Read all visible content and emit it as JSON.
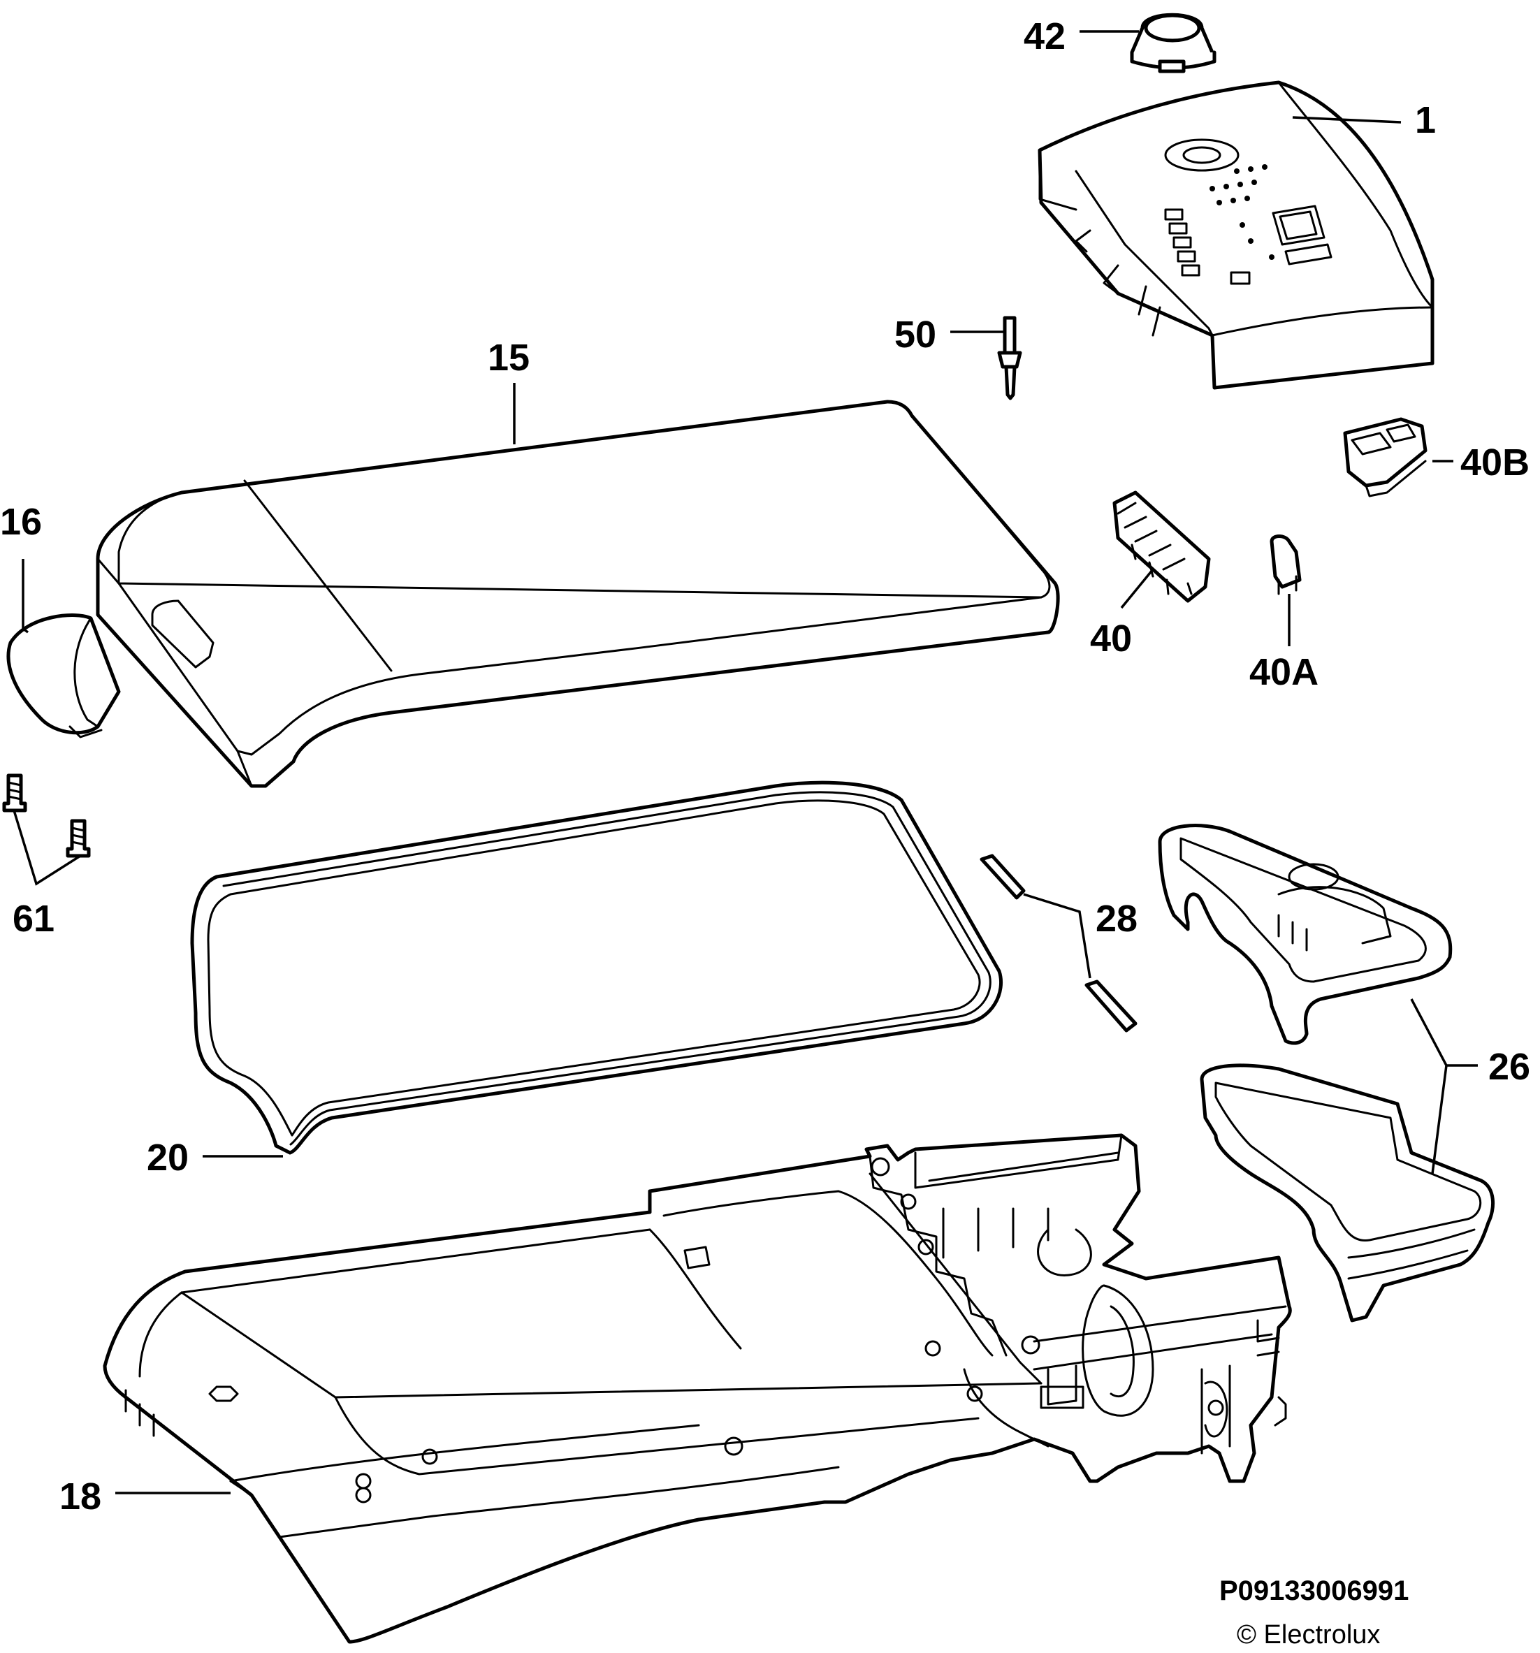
{
  "callouts": {
    "c42": "42",
    "c1": "1",
    "c50": "50",
    "c15": "15",
    "c16": "16",
    "c40B": "40B",
    "c40": "40",
    "c40A": "40A",
    "c61": "61",
    "c28": "28",
    "c26": "26",
    "c20": "20",
    "c18": "18"
  },
  "footer": {
    "reference": "P09133006991",
    "copyright": "© Electrolux"
  }
}
